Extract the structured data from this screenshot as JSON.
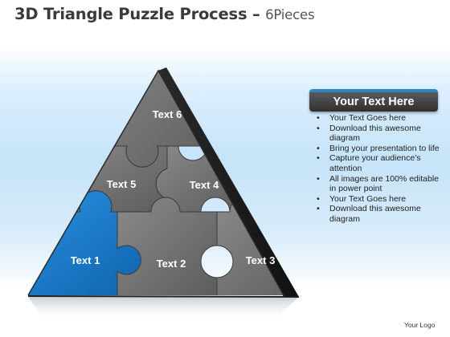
{
  "title": {
    "main": "3D Triangle Puzzle Process –",
    "suffix": "6Pieces"
  },
  "pieces": [
    {
      "id": 1,
      "label": "Text 1",
      "color": "#1a7fd0"
    },
    {
      "id": 2,
      "label": "Text 2",
      "color": "#6f6f6f"
    },
    {
      "id": 3,
      "label": "Text 3",
      "color": "#6f6f6f"
    },
    {
      "id": 4,
      "label": "Text 4",
      "color": "#6f6f6f"
    },
    {
      "id": 5,
      "label": "Text 5",
      "color": "#6f6f6f"
    },
    {
      "id": 6,
      "label": "Text 6",
      "color": "#6f6f6f"
    }
  ],
  "panel": {
    "header": "Your Text Here",
    "bullets": [
      "Your Text Goes here",
      "Download this awesome diagram",
      "Bring your presentation to life",
      "Capture your audience’s attention",
      "All images are 100% editable in power point",
      "Your Text Goes here",
      "Download this awesome diagram"
    ]
  },
  "footer": {
    "logo": "Your Logo"
  },
  "colors": {
    "accent": "#2e86c1",
    "highlight_piece": "#1a7fd0",
    "piece_gray": "#6f6f6f",
    "title": "#3a3a3a"
  }
}
